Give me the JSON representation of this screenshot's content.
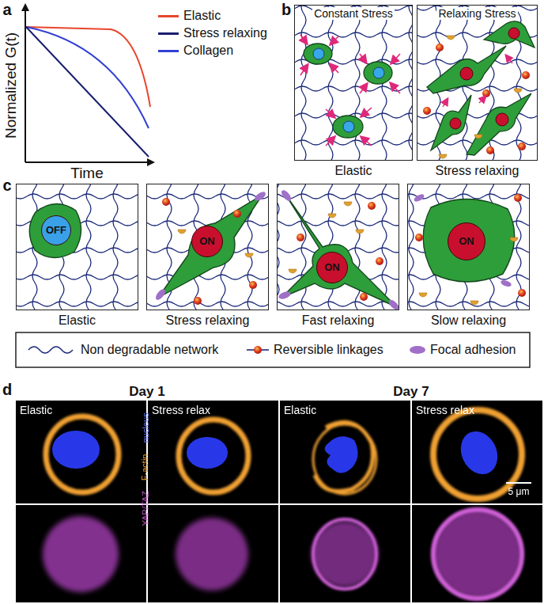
{
  "diagram": {
    "nodes": [
      {
        "text": [
          "Constant Stress",
          "Elastic"
        ]
      },
      {
        "text": [
          "Relaxing Stress",
          "Stress relaxing"
        ]
      },
      {
        "text": [
          "Elastic"
        ]
      },
      {
        "text": [
          "OFF"
        ],
        "in": 2
      },
      {
        "text": [
          "Stress relaxing"
        ]
      },
      {
        "text": [
          "ON"
        ],
        "in": 4
      },
      {
        "text": [
          "Fast relaxing"
        ]
      },
      {
        "text": [
          "ON"
        ],
        "in": 6
      },
      {
        "text": [
          "Slow relaxing"
        ]
      },
      {
        "text": [
          "ON"
        ],
        "in": 8
      },
      {
        "text": [
          "Elastic"
        ]
      },
      {
        "text": [
          "Stress relax"
        ]
      },
      {
        "text": [
          "Elastic"
        ]
      },
      {
        "text": [
          "Stress relax"
        ]
      }
    ],
    "labels": [
      "a",
      "b",
      "c",
      "d",
      "Normalized G(t)",
      "Time",
      "Day 1",
      "Day 7",
      "nucleus",
      "F-actin",
      "YAP/TAZ",
      "5 μm"
    ],
    "legend": [
      {
        "text": "Elastic",
        "color": "#e8462c"
      },
      {
        "text": "Stress relaxing",
        "color": "#1a1f6e"
      },
      {
        "text": "Collagen",
        "color": "#3140d4"
      },
      {
        "text": "Non degradable network"
      },
      {
        "text": "Reversible linkages"
      },
      {
        "text": "Focal adhesion"
      }
    ]
  }
}
